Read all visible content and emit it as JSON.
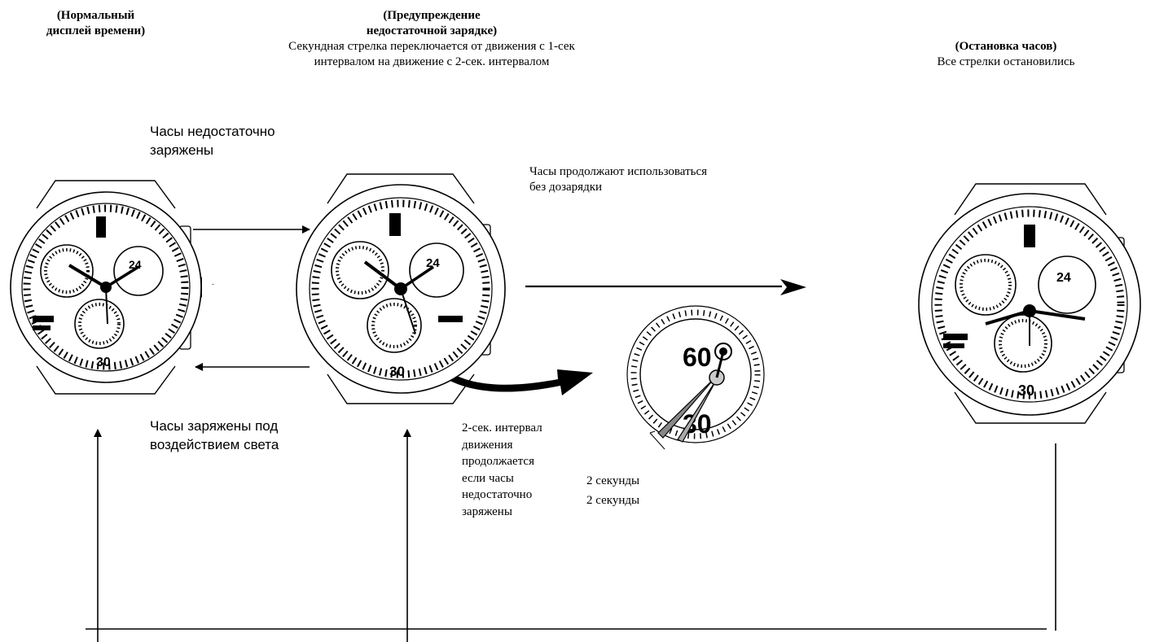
{
  "stage_normal": {
    "title": "(Нормальный\nдисплей времени)"
  },
  "stage_warning": {
    "title": "(Предупреждение\nнедостаточной зарядке)",
    "description": "Секундная стрелка переключается от движения с 1-сек\nинтервалом на движение с 2-сек. интервалом"
  },
  "stage_stop": {
    "title": "(Остановка часов)",
    "description": "Все стрелки остановились"
  },
  "transitions": {
    "insufficient_charge": "Часы недостаточно\nзаряжены",
    "charged_by_light": "Часы заряжены под\nвоздействием света",
    "continue_without_charge": "Часы продолжают использоваться\nбез дозарядки"
  },
  "detail": {
    "interval_note": "2-сек. интервал\nдвижения\nпродолжается\nесли часы\nнедостаточно\nзаряжены",
    "seconds_label_1": "2 секунды",
    "seconds_label_2": "2 секунды",
    "dial_top_number": "60",
    "dial_bottom_number": "30"
  },
  "watch_face": {
    "subdial_number": "24",
    "bottom_number": "30"
  }
}
